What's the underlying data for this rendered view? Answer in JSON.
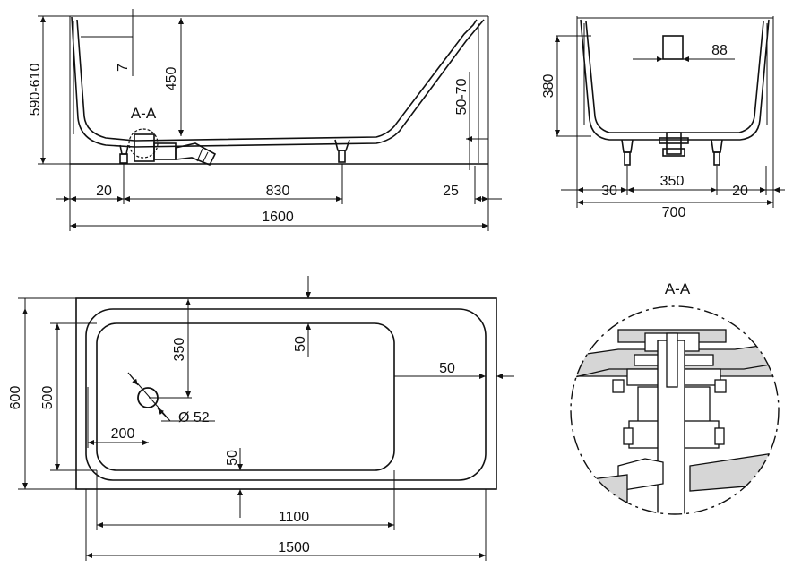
{
  "side_view": {
    "height_range": "590-610",
    "overflow_depth": "7",
    "water_depth": "450",
    "section_label": "A-A",
    "foot_clearance": "50-70",
    "left_offset": "20",
    "foot_spacing": "830",
    "right_offset": "25",
    "total_length": "1600"
  },
  "end_view": {
    "drain_pipe": "88",
    "inner_depth": "380",
    "left_offset": "30",
    "foot_spacing": "350",
    "right_offset": "20",
    "total_width": "700"
  },
  "top_view": {
    "drain_y": "350",
    "top_rim": "50",
    "right_rim": "50",
    "outer_width": "600",
    "inner_width": "500",
    "drain_diameter": "Ø 52",
    "drain_x": "200",
    "bottom_rim": "50",
    "inner_length": "1100",
    "outer_length": "1500"
  },
  "detail": {
    "label": "A-A"
  }
}
